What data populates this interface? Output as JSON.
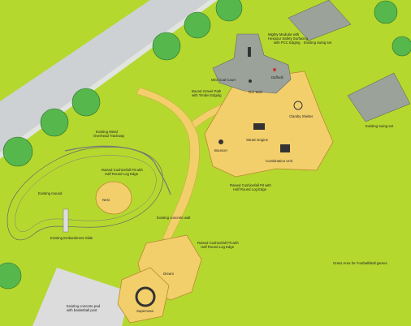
{
  "labels": {
    "mighty_modular": "Mighty Modular with",
    "mighty_modular_2": "Hexpour Safety Surfacing",
    "mighty_modular_3": "with PCC Edging",
    "existing_swing_top": "Existing swing set",
    "existing_swing_right": "Existing swing set",
    "bound_gravel": "Bound Gravel Path",
    "bound_gravel_2": "with Timber Edging",
    "clamby_shelter": "Clamby Shelter",
    "steam_engine": "Steam Engine",
    "bounce": "Bouncer",
    "combination_unit": "Combination Unit",
    "raised_pit_right": "Raised Cushionfall Pit with",
    "raised_pit_right_2": "Half Round Log Edge",
    "existing_metal": "Existing Metal",
    "existing_metal_2": "Overhead Trackway",
    "raised_pit_left": "Raised Cushionfall Pit with",
    "raised_pit_left_2": "Half Round Log Edge",
    "existing_mound": "Existing mound",
    "nest": "Nest",
    "existing_embankment": "Existing Embankment Slide",
    "existing_concrete_wall": "Existing concrete wall",
    "raised_pit_bottom": "Raised Cushionfall Pit with",
    "raised_pit_bottom_2": "Half Round Log Edge",
    "grass_area": "Grass Area for Football/Ball games",
    "existing_court": "Existing concrete pad",
    "existing_court_2": "with basketball post",
    "supernova": "Supernova",
    "dream": "Dream",
    "mini_goal": "Mini Goal Court",
    "tick_tock": "Tick Tock",
    "daffodil": "Daffodil"
  },
  "colors": {
    "grass": "#b5d82f",
    "path": "#f3cf6b",
    "road": "#c8ccd0",
    "safety": "#9aa19a",
    "tree": "#4fb84c"
  }
}
